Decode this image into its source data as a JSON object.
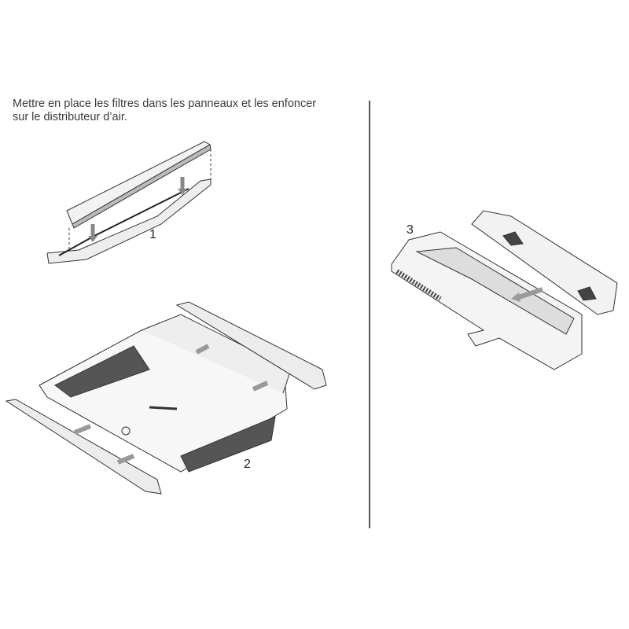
{
  "instruction": {
    "line1": "Mettre en place les filtres dans les panneaux et les enfoncer",
    "line2": "sur le distributeur d’air."
  },
  "steps": [
    {
      "label": "1"
    },
    {
      "label": "2"
    },
    {
      "label": "3"
    }
  ]
}
